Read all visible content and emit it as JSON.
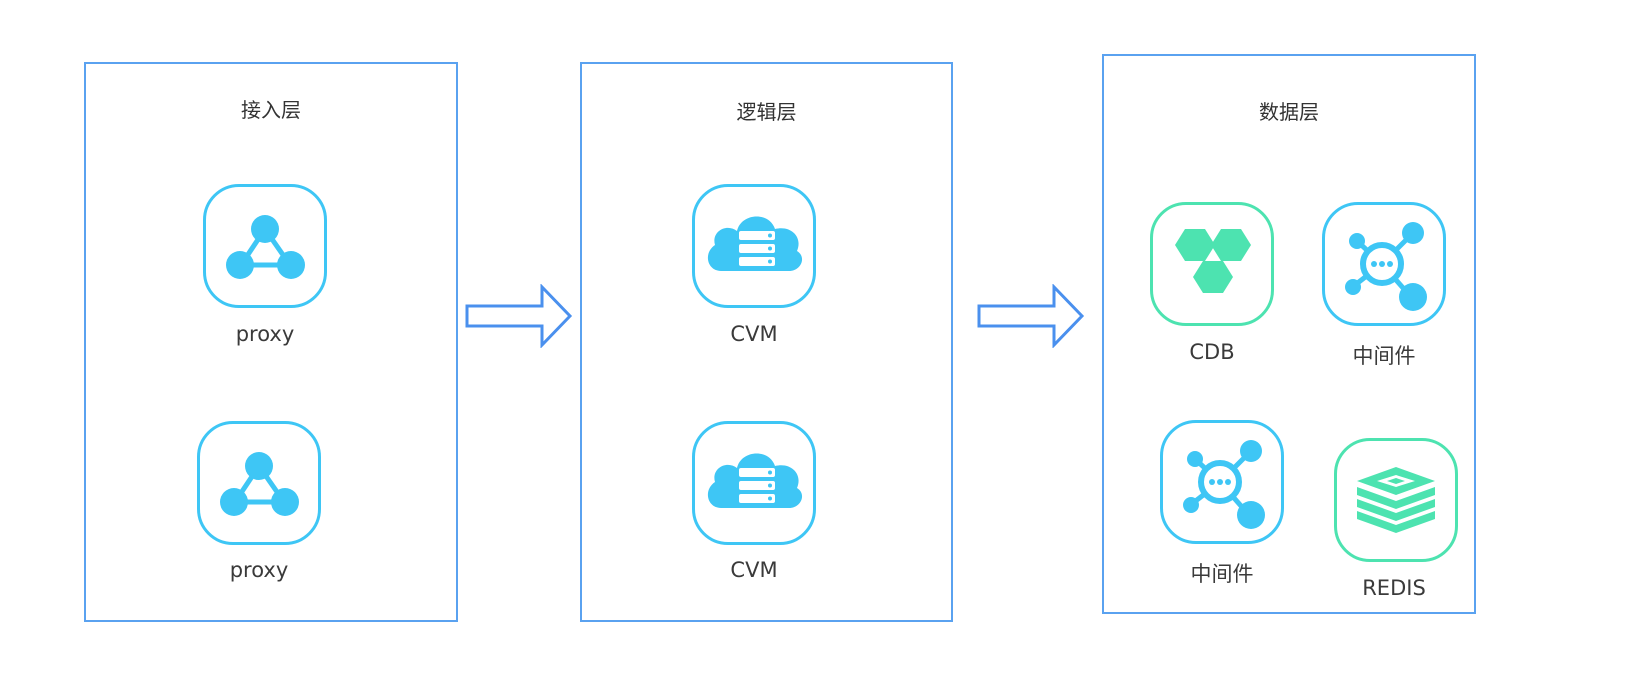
{
  "layers": [
    {
      "title": "接入层",
      "nodes": [
        {
          "label": "proxy",
          "icon": "share-network-icon"
        },
        {
          "label": "proxy",
          "icon": "share-network-icon"
        }
      ]
    },
    {
      "title": "逻辑层",
      "nodes": [
        {
          "label": "CVM",
          "icon": "cloud-server-icon"
        },
        {
          "label": "CVM",
          "icon": "cloud-server-icon"
        }
      ]
    },
    {
      "title": "数据层",
      "nodes": [
        {
          "label": "CDB",
          "icon": "hexagon-cluster-icon"
        },
        {
          "label": "中间件",
          "icon": "message-hub-icon"
        },
        {
          "label": "中间件",
          "icon": "message-hub-icon"
        },
        {
          "label": "REDIS",
          "icon": "redis-stack-icon"
        }
      ]
    }
  ],
  "colors": {
    "frame": "#5aa2f0",
    "icon_blue": "#3ec6f5",
    "icon_green": "#4de3b0",
    "arrow": "#4a90ee"
  }
}
